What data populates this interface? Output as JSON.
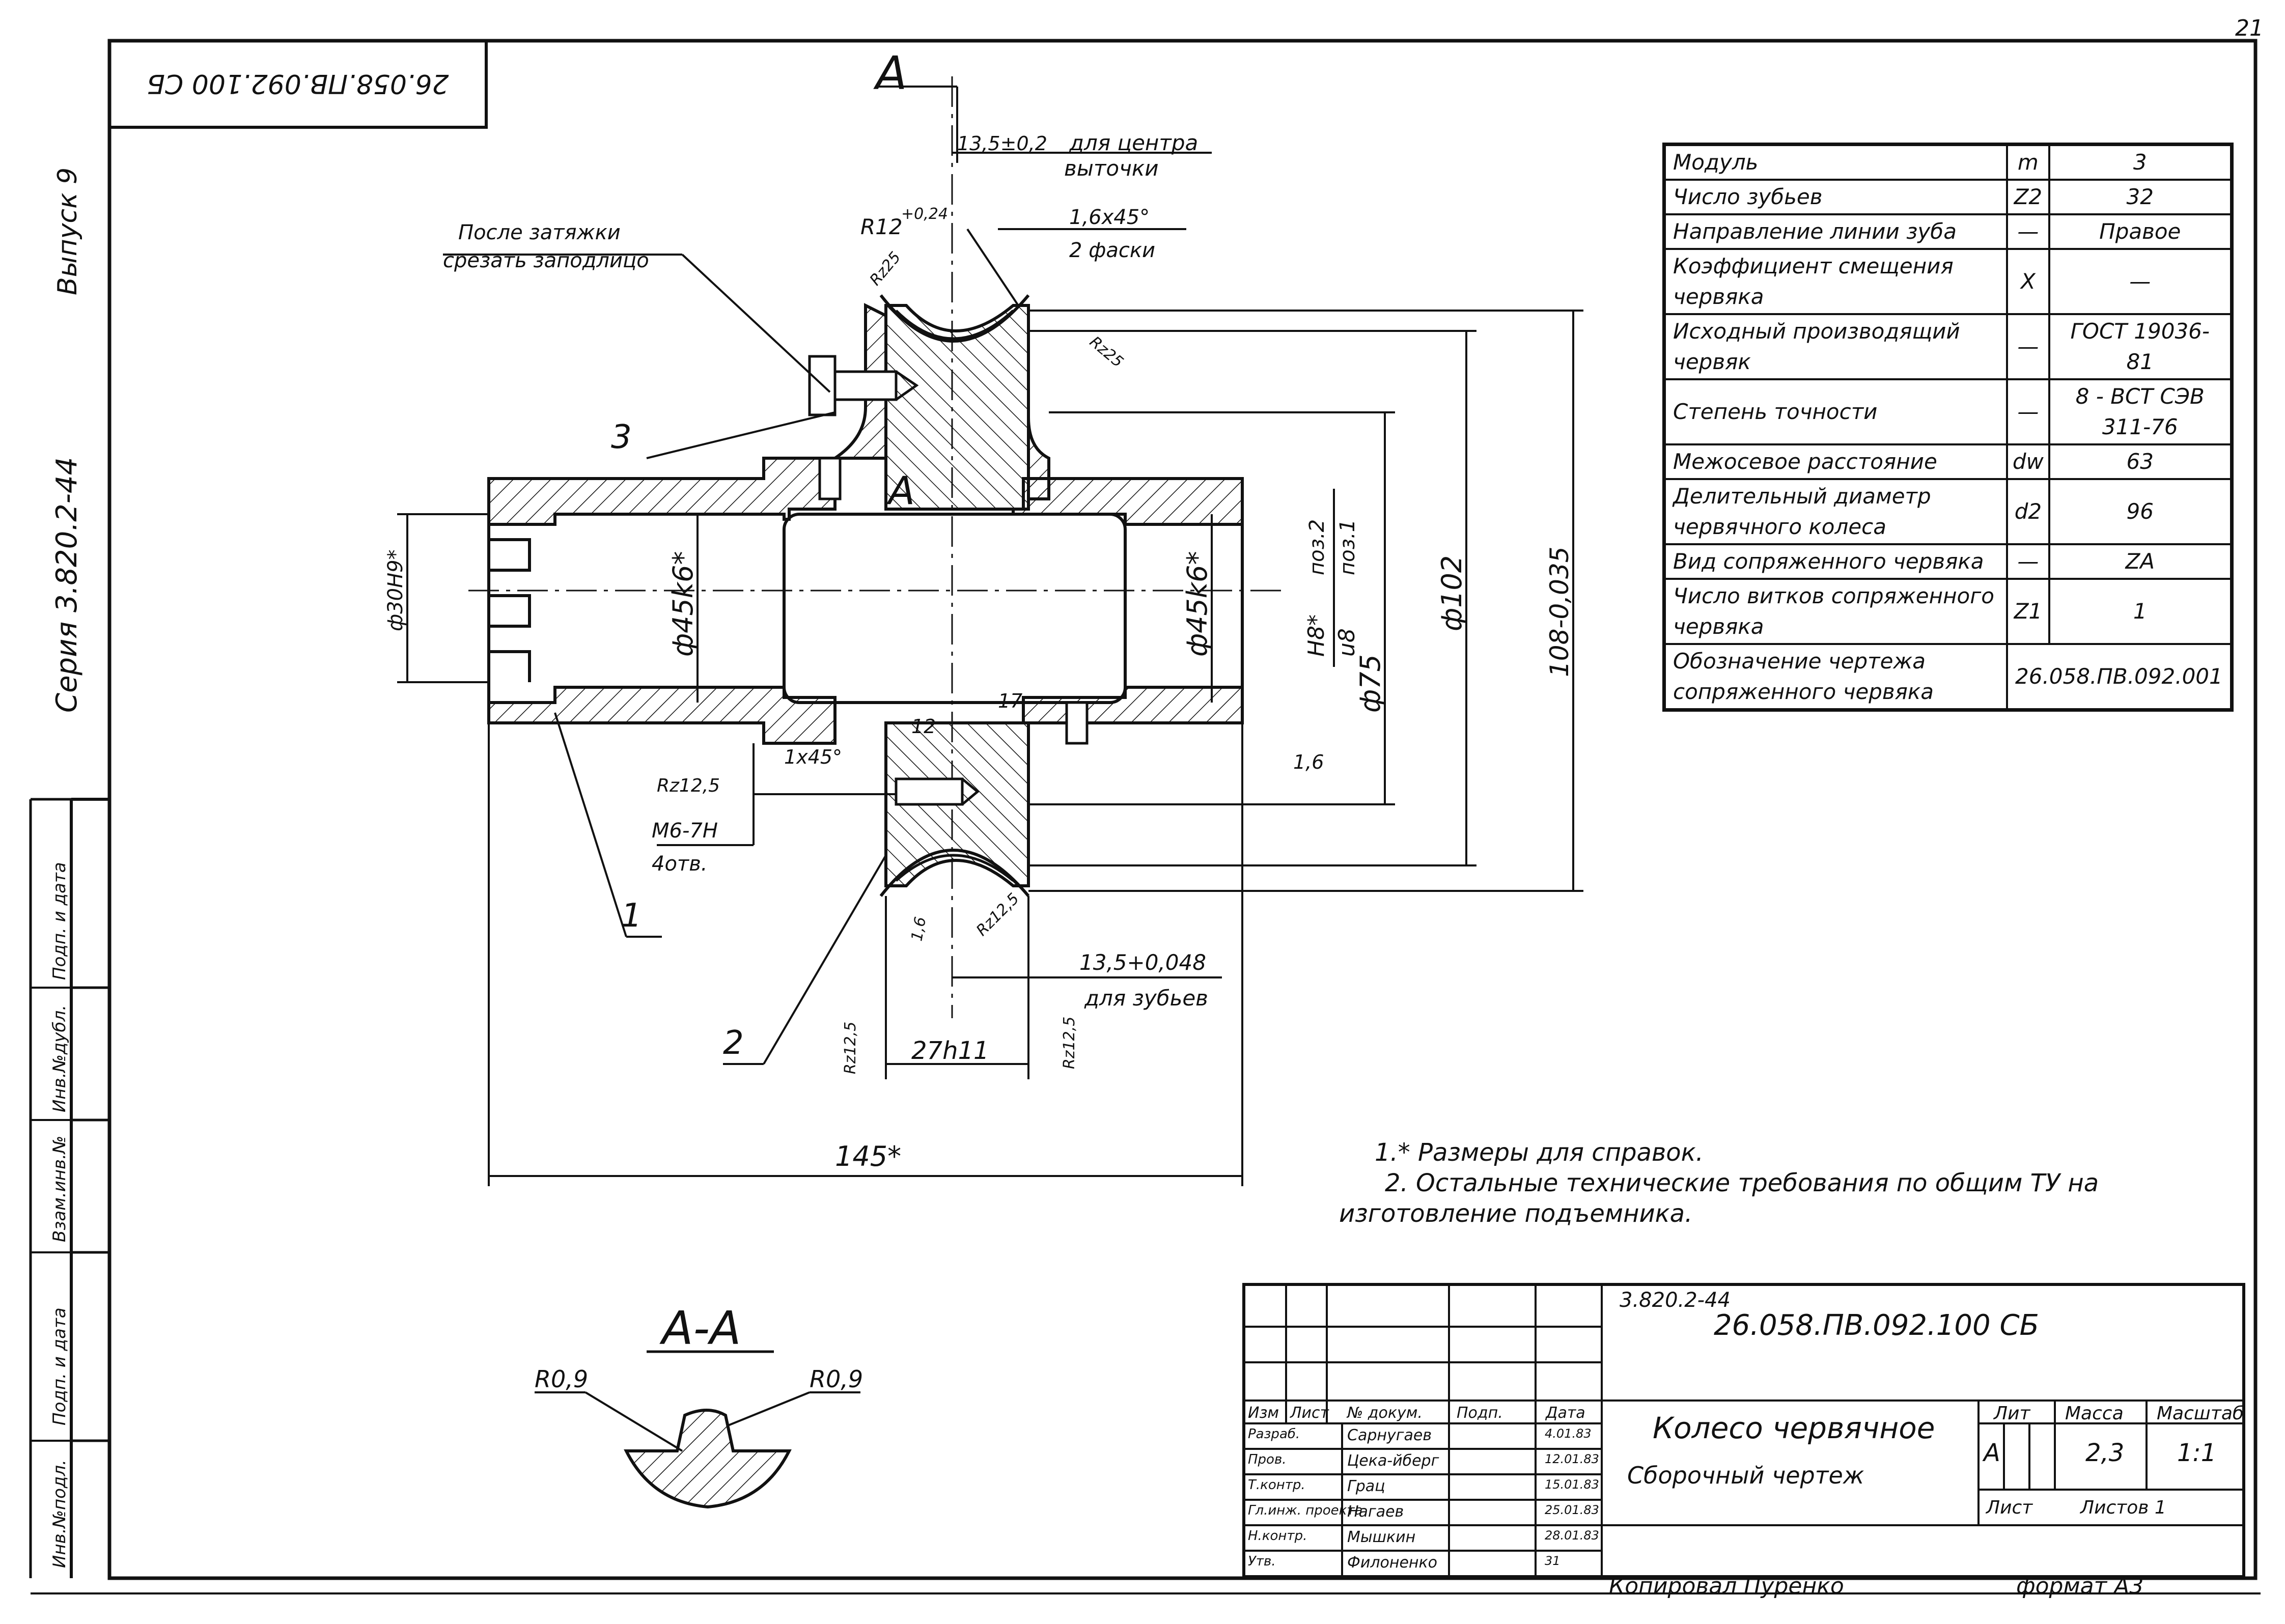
{
  "page_number": "21",
  "stamp_code_rotated": "26.058.ПВ.092.100 СБ",
  "side_labels": {
    "series": "Серия 3.820.2-44",
    "issue": "Выпуск 9"
  },
  "side_stamp": {
    "col1": [
      "Инв.№подл.",
      "Подп. и дата",
      "Взам.инв.№",
      "Инв.№дубл.",
      "Подп. и дата"
    ]
  },
  "drawing": {
    "section_mark": "А",
    "section_mark_inner": "А",
    "dim_center": "13,5±0,2",
    "note_center_line1": "для центра",
    "note_center_line2": "выточки",
    "dim_radius_top": "R12",
    "dim_radius_top_tol": "+0,24",
    "dim_chamfer": "1,6x45°",
    "dim_chamfer_count": "2 фаски",
    "rz25_a": "Rz25",
    "rz25_b": "Rz25",
    "note_cut_line1": "После затяжки",
    "note_cut_line2": "срезать заподлицо",
    "callout_1": "1",
    "callout_2": "2",
    "callout_3": "3",
    "dia_30h9": "ф30Н9*",
    "dia_45k6_left": "ф45k6*",
    "dia_45k6_right": "ф45k6*",
    "fit_top": "Н8*",
    "fit_bottom": "u8",
    "pos_top": "поз.2",
    "pos_bottom": "поз.1",
    "dia_75": "ф75",
    "dia_102": "ф102",
    "dia_108": "108-0,035",
    "dim_12": "12",
    "dim_17": "17",
    "dim_chamfer_small": "1х45°",
    "rz125_a": "Rz12,5",
    "thread": "М6-7Н",
    "thread_count": "4отв.",
    "rough_16_a": "1,6",
    "rough_16_b": "1,6",
    "rz125_b": "Rz12,5",
    "dim_teeth": "13,5+0,048",
    "note_teeth": "для зубьев",
    "rz125_c": "Rz12,5",
    "rz125_d": "Rz12,5",
    "dim_27": "27h11",
    "dim_145": "145*",
    "section_title": "А-А",
    "r09_left": "R0,9",
    "r09_right": "R0,9"
  },
  "notes": [
    "1.* Размеры для справок.",
    "2. Остальные технические требования по общим ТУ на",
    "изготовление подъемника."
  ],
  "params_table": [
    {
      "name": "Модуль",
      "sym": "m",
      "val": "3"
    },
    {
      "name": "Число зубьев",
      "sym": "Z2",
      "val": "32"
    },
    {
      "name": "Направление линии зуба",
      "sym": "—",
      "val": "Правое"
    },
    {
      "name": "Коэффициент смещения червяка",
      "sym": "X",
      "val": "—"
    },
    {
      "name": "Исходный производящий червяк",
      "sym": "—",
      "val": "ГОСТ 19036-81"
    },
    {
      "name": "Степень точности",
      "sym": "—",
      "val": "8 - ВСТ СЭВ 311-76"
    },
    {
      "name": "Межосевое расстояние",
      "sym": "dw",
      "val": "63"
    },
    {
      "name": "Делительный диаметр червячного колеса",
      "sym": "d2",
      "val": "96"
    },
    {
      "name": "Вид сопряженного червяка",
      "sym": "—",
      "val": "ZA"
    },
    {
      "name": "Число витков сопряженного червяка",
      "sym": "Z1",
      "val": "1"
    },
    {
      "name": "Обозначение чертежа сопряженного червяка",
      "sym": "",
      "val": "26.058.ПВ.092.001"
    }
  ],
  "title_block": {
    "series_code": "3.820.2-44",
    "doc_code": "26.058.ПВ.092.100 СБ",
    "name_line1": "Колесо червячное",
    "name_line2": "Сборочный чертеж",
    "head_izm": "Изм",
    "head_list": "Лист",
    "head_doc": "№ докум.",
    "head_sign": "Подп.",
    "head_date": "Дата",
    "lit_head": "Лит",
    "mass_head": "Масса",
    "scale_head": "Масштаб",
    "lit_val": "А",
    "mass_val": "2,3",
    "scale_val": "1:1",
    "sheet_label": "Лист",
    "sheets_label": "Листов 1",
    "rows": [
      {
        "role": "Разраб.",
        "name": "Сарнугаев",
        "date": "4.01.83"
      },
      {
        "role": "Пров.",
        "name": "Цека-йберг",
        "date": "12.01.83"
      },
      {
        "role": "Т.контр.",
        "name": "Грац",
        "date": "15.01.83"
      },
      {
        "role": "Гл.инж. проекта",
        "name": "Нагаев",
        "date": "25.01.83"
      },
      {
        "role": "Н.контр.",
        "name": "Мышкин",
        "date": "28.01.83"
      },
      {
        "role": "Утв.",
        "name": "Филоненко",
        "date": "31"
      }
    ],
    "copied": "Копировал Пуренко",
    "format": "формат А3"
  }
}
